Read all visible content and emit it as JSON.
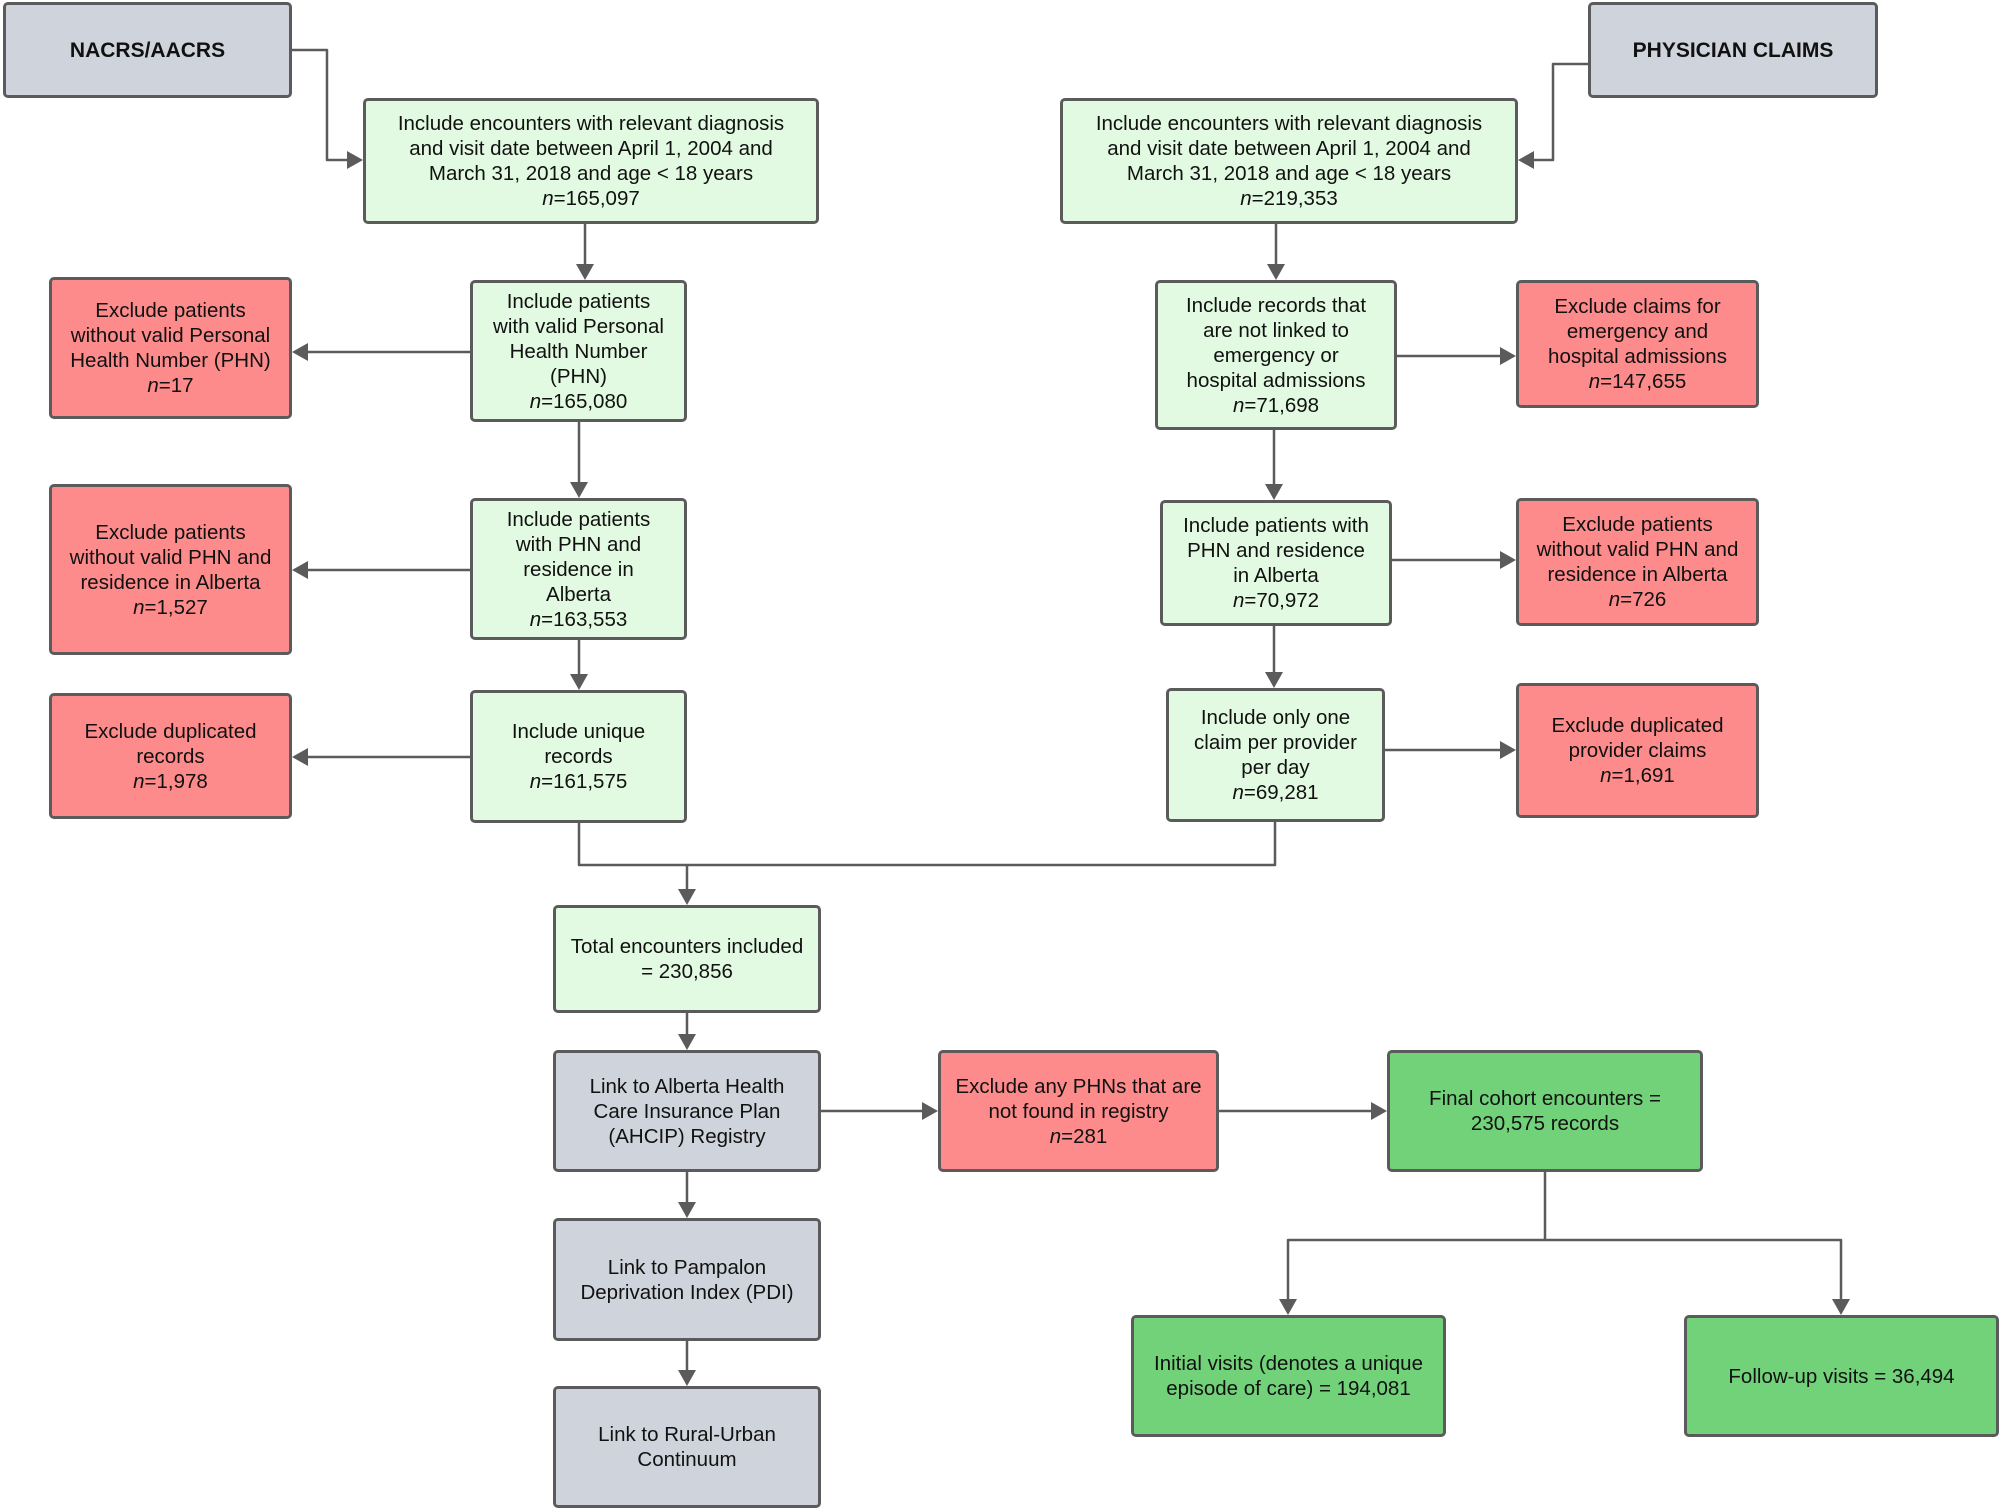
{
  "colors": {
    "gray": "#cfd4dc",
    "light_green": "#e1fae1",
    "red": "#fd8b8b",
    "green": "#72d27a",
    "border": "#5b5b5b",
    "arrow": "#5b5b5b"
  },
  "left_source": {
    "title": "NACRS/AACRS"
  },
  "right_source": {
    "title": "PHYSICIAN CLAIMS"
  },
  "left_flow": {
    "include_encounters": {
      "lines": [
        "Include encounters with relevant diagnosis",
        "and visit date between April 1, 2004 and",
        "March 31, 2018 and age < 18 years"
      ],
      "n": "165,097"
    },
    "include_valid_phn": {
      "lines": [
        "Include patients",
        "with valid Personal",
        "Health Number",
        "(PHN)"
      ],
      "n": "165,080"
    },
    "include_phn_residence": {
      "lines": [
        "Include patients",
        "with PHN and",
        "residence in",
        "Alberta"
      ],
      "n": "163,553"
    },
    "include_unique": {
      "lines": [
        "Include unique",
        "records"
      ],
      "n": "161,575"
    },
    "exclude_no_phn": {
      "lines": [
        "Exclude patients",
        "without valid Personal",
        "Health Number (PHN)"
      ],
      "n": "17"
    },
    "exclude_no_phn_residence": {
      "lines": [
        "Exclude patients",
        "without valid PHN and",
        "residence in Alberta"
      ],
      "n": "1,527"
    },
    "exclude_duplicates": {
      "lines": [
        "Exclude duplicated",
        "records"
      ],
      "n": "1,978"
    }
  },
  "right_flow": {
    "include_encounters": {
      "lines": [
        "Include encounters with relevant diagnosis",
        "and visit date between April 1, 2004 and",
        "March 31, 2018 and age < 18 years"
      ],
      "n": "219,353"
    },
    "include_not_linked": {
      "lines": [
        "Include records that",
        "are not linked to",
        "emergency or",
        "hospital admissions"
      ],
      "n": "71,698"
    },
    "include_phn_residence": {
      "lines": [
        "Include patients with",
        "PHN and residence",
        "in Alberta"
      ],
      "n": "70,972"
    },
    "include_one_claim": {
      "lines": [
        "Include only one",
        "claim per provider",
        "per day"
      ],
      "n": "69,281"
    },
    "exclude_claims_admissions": {
      "lines": [
        "Exclude claims for",
        "emergency and",
        "hospital admissions"
      ],
      "n": "147,655"
    },
    "exclude_no_phn_residence": {
      "lines": [
        "Exclude patients",
        "without valid PHN and",
        "residence in Alberta"
      ],
      "n": "726"
    },
    "exclude_duplicate_claims": {
      "lines": [
        "Exclude duplicated",
        "provider claims"
      ],
      "n": "1,691"
    }
  },
  "n_prefix": "n",
  "n_separator": "=",
  "total": {
    "lines": [
      "Total encounters included",
      "= 230,856"
    ]
  },
  "link_ahcip": {
    "lines": [
      "Link to Alberta Health",
      "Care Insurance Plan",
      "(AHCIP) Registry"
    ]
  },
  "exclude_registry": {
    "lines": [
      "Exclude any PHNs that are",
      "not found in registry"
    ],
    "n": "281"
  },
  "final_cohort": {
    "lines": [
      "Final cohort encounters =",
      "230,575 records"
    ]
  },
  "link_pdi": {
    "lines": [
      "Link to Pampalon",
      "Deprivation Index (PDI)"
    ]
  },
  "link_rural": {
    "lines": [
      "Link to Rural-Urban",
      "Continuum"
    ]
  },
  "initial_visits": {
    "lines": [
      "Initial visits (denotes a unique",
      "episode of care) = 194,081"
    ]
  },
  "followup_visits": {
    "lines": [
      "Follow-up visits = 36,494"
    ]
  }
}
